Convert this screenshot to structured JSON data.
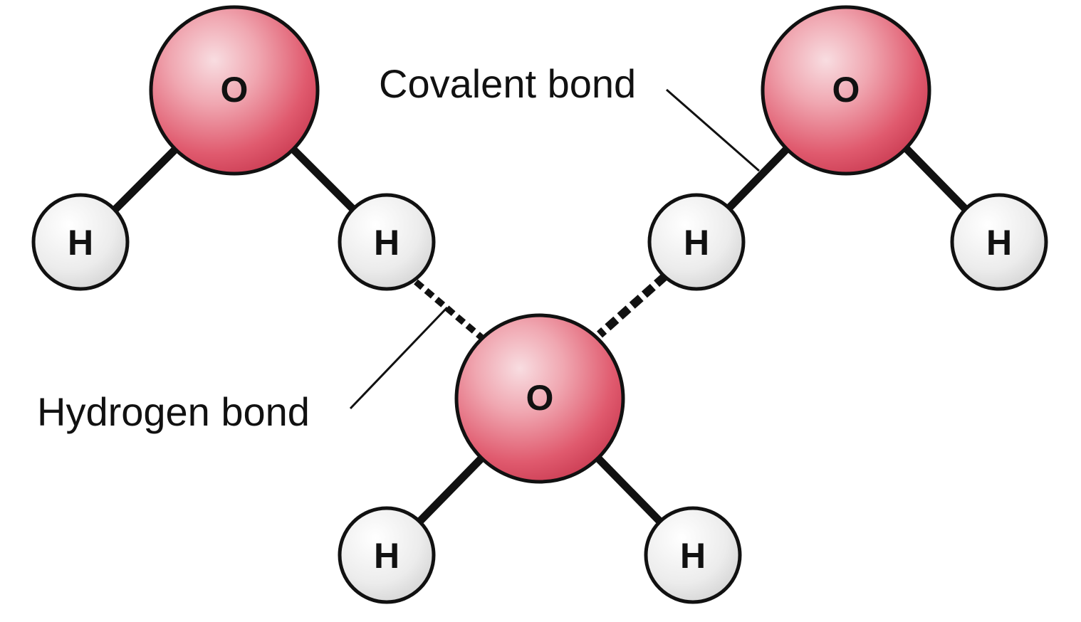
{
  "labels": {
    "covalent_bond": "Covalent bond",
    "hydrogen_bond": "Hydrogen bond"
  },
  "atoms": {
    "oxygen_symbol": "O",
    "hydrogen_symbol": "H"
  },
  "colors": {
    "oxygen_fill": "#e05a6e",
    "oxygen_highlight": "#f8dde1",
    "hydrogen_fill": "#ececec",
    "hydrogen_highlight": "#ffffff",
    "outline": "#111111"
  }
}
